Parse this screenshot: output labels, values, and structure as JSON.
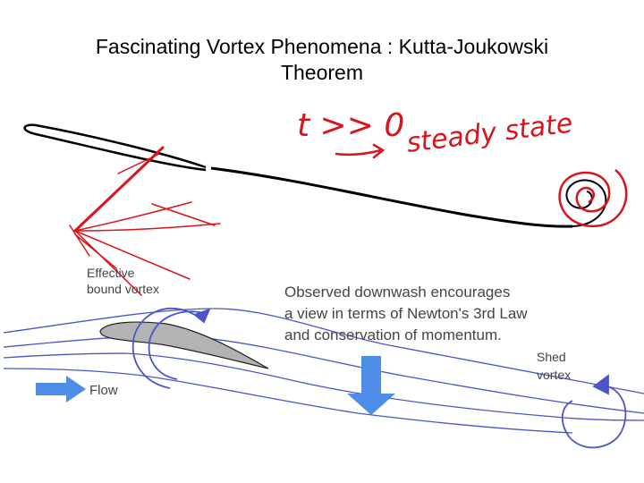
{
  "slide": {
    "title_line1": "Fascinating Vortex Phenomena  : Kutta-Joukowski",
    "title_line2": "Theorem"
  },
  "handwriting": {
    "time_condition": "t >> 0",
    "steady_state": "steady state"
  },
  "diagram": {
    "effective_label_line1": "Effective",
    "effective_label_line2": "bound vortex",
    "observation_line1": "Observed downwash encourages",
    "observation_line2": "a view in terms of Newton's 3rd Law",
    "observation_line3": "and conservation of momentum.",
    "shed_label_line1": "Shed",
    "shed_label_line2": "vortex",
    "flow_label": "Flow"
  },
  "colors": {
    "ink_red": "#d8141c",
    "streamline_blue": "#4a56c8",
    "arrow_blue": "#4f8ee8",
    "airfoil_gray": "#b3b3b3",
    "label_gray": "#444444"
  }
}
